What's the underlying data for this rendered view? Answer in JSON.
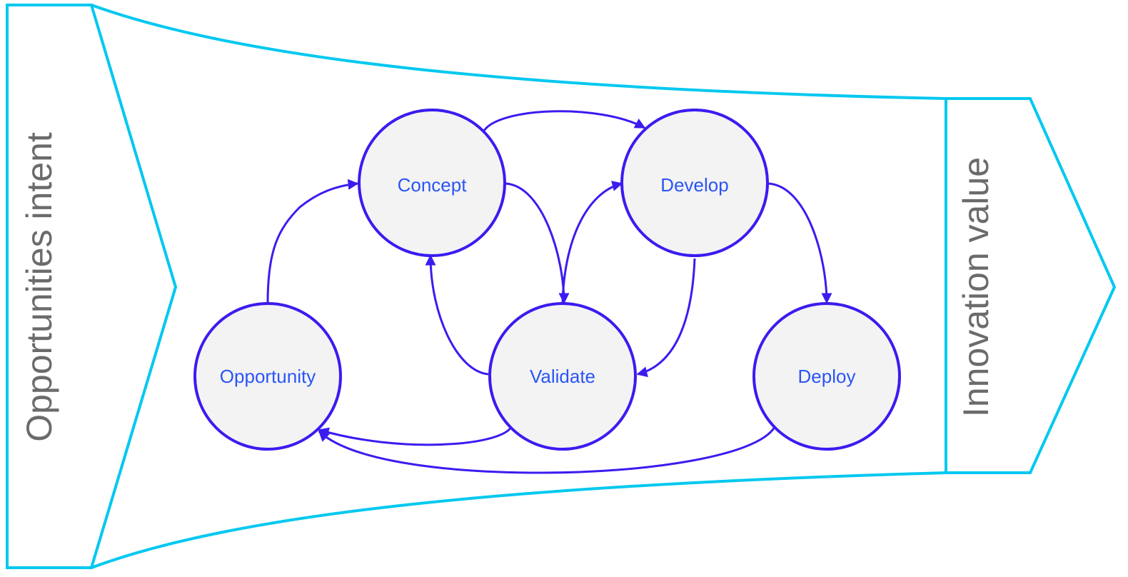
{
  "input_label": "Opportunities intent",
  "output_label": "Innovation value",
  "colors": {
    "funnel": "#00c8f0",
    "node_stroke": "#3a1cf0",
    "node_fill": "#f3f3f4",
    "node_text": "#2b55f5",
    "arrow": "#3a1cf0",
    "side_text": "#6b6b6b"
  },
  "nodes": [
    {
      "id": "opportunity",
      "label": "Opportunity"
    },
    {
      "id": "concept",
      "label": "Concept"
    },
    {
      "id": "validate",
      "label": "Validate"
    },
    {
      "id": "develop",
      "label": "Develop"
    },
    {
      "id": "deploy",
      "label": "Deploy"
    }
  ],
  "edges": [
    {
      "from": "opportunity",
      "to": "concept"
    },
    {
      "from": "concept",
      "to": "develop"
    },
    {
      "from": "concept",
      "to": "validate"
    },
    {
      "from": "validate",
      "to": "concept"
    },
    {
      "from": "validate",
      "to": "develop"
    },
    {
      "from": "develop",
      "to": "validate"
    },
    {
      "from": "develop",
      "to": "deploy"
    },
    {
      "from": "validate",
      "to": "opportunity"
    },
    {
      "from": "deploy",
      "to": "opportunity"
    }
  ]
}
